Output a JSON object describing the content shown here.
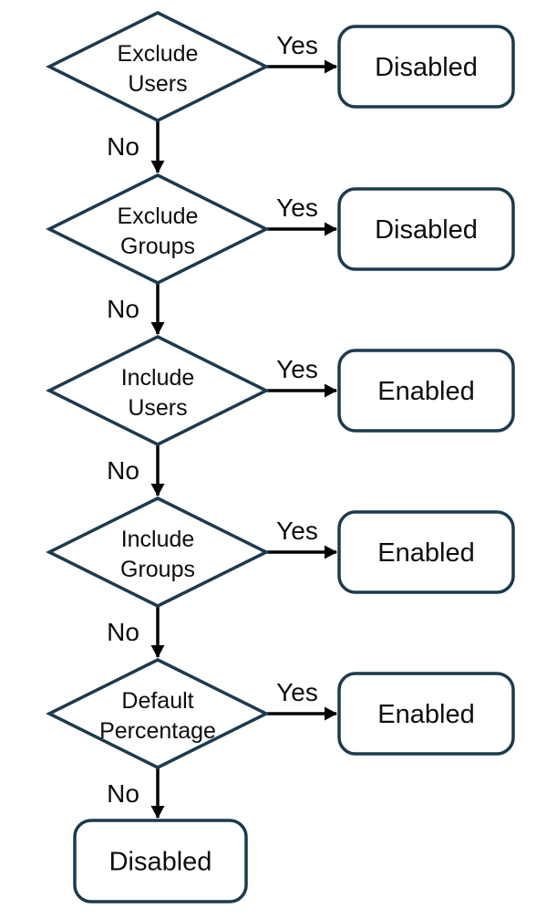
{
  "diagram": {
    "type": "flowchart",
    "colors": {
      "shape_stroke": "#1d3a4e",
      "shape_fill": "#ffffff",
      "connector": "#000000",
      "text": "#0d0d0d"
    },
    "rows": [
      {
        "decision_line1": "Exclude",
        "decision_line2": "Users",
        "yes_label": "Yes",
        "no_label": "No",
        "result": "Disabled"
      },
      {
        "decision_line1": "Exclude",
        "decision_line2": "Groups",
        "yes_label": "Yes",
        "no_label": "No",
        "result": "Disabled"
      },
      {
        "decision_line1": "Include",
        "decision_line2": "Users",
        "yes_label": "Yes",
        "no_label": "No",
        "result": "Enabled"
      },
      {
        "decision_line1": "Include",
        "decision_line2": "Groups",
        "yes_label": "Yes",
        "no_label": "No",
        "result": "Enabled"
      },
      {
        "decision_line1": "Default",
        "decision_line2": "Percentage",
        "yes_label": "Yes",
        "no_label": "No",
        "result": "Enabled"
      }
    ],
    "terminal": {
      "label": "Disabled"
    }
  }
}
